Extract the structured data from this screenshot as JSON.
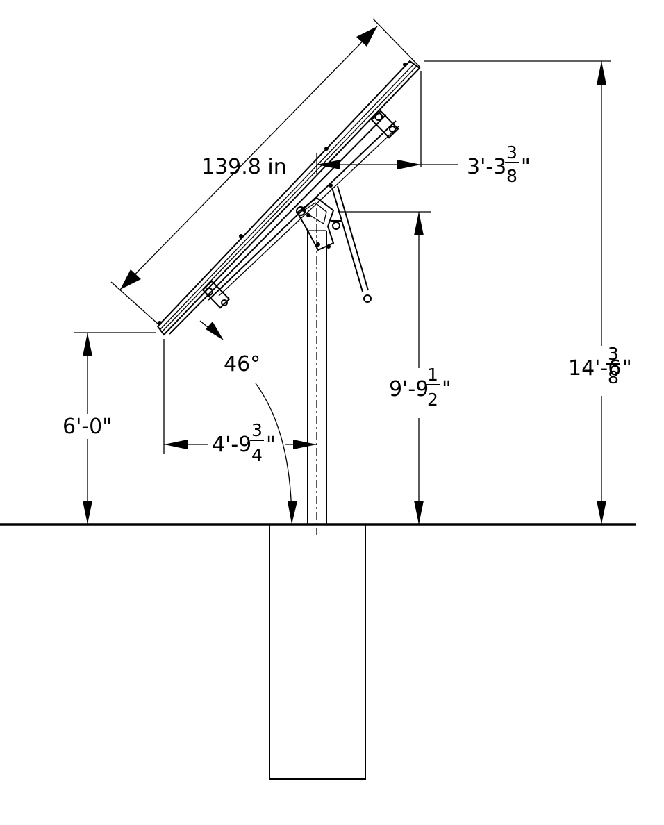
{
  "diagram": {
    "colors": {
      "line": "#000000",
      "background": "#ffffff"
    },
    "dimensions": {
      "panel_length": {
        "text": "139.8 in"
      },
      "tilt_angle": {
        "text": "46°"
      },
      "top_offset": {
        "whole": "3'-3",
        "num": "3",
        "den": "8",
        "unit": "\""
      },
      "pivot_height": {
        "whole": "9'-9",
        "num": "1",
        "den": "2",
        "unit": "\""
      },
      "total_height": {
        "whole": "14'-6",
        "num": "3",
        "den": "8",
        "unit": "\""
      },
      "bottom_clearance": {
        "text": "6'-0\""
      },
      "bottom_offset": {
        "whole": "4'-9",
        "num": "3",
        "den": "4",
        "unit": "\""
      }
    }
  }
}
